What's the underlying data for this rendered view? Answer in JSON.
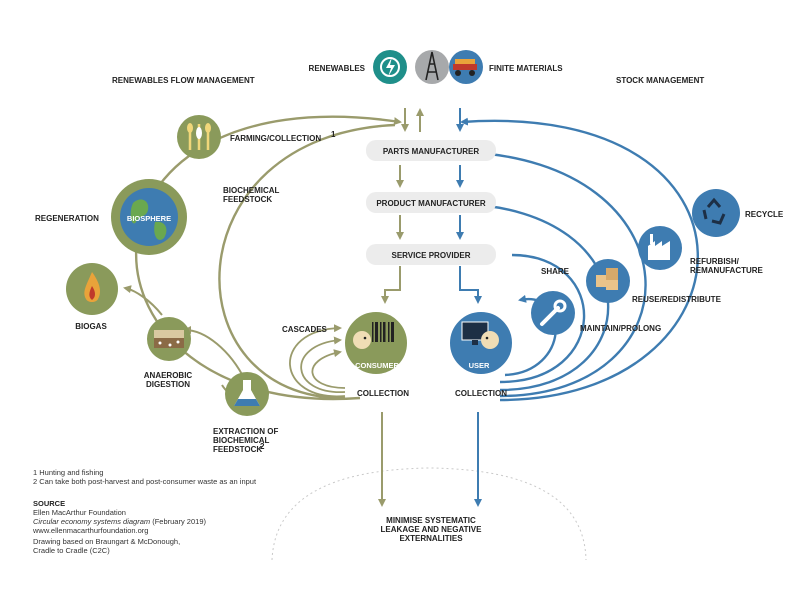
{
  "colors": {
    "biological": "#9a9b6c",
    "technical": "#3e7cb1",
    "node_green": "#8a9a5b",
    "node_blue": "#3e7cb1",
    "pill": "#ececec",
    "teal": "#1f8f8a",
    "grey_icon": "#a7a9ab"
  },
  "top": {
    "renewables": "RENEWABLES",
    "finite_materials": "FINITE MATERIALS",
    "renewables_flow_management": "RENEWABLES FLOW MANAGEMENT",
    "stock_management": "STOCK MANAGEMENT"
  },
  "center": {
    "parts_manufacturer": "PARTS MANUFACTURER",
    "product_manufacturer": "PRODUCT MANUFACTURER",
    "service_provider": "SERVICE PROVIDER",
    "consumer": "CONSUMER",
    "user": "USER",
    "collection_left": "COLLECTION",
    "collection_right": "COLLECTION",
    "minimise_1": "MINIMISE SYSTEMATIC",
    "minimise_2": "LEAKAGE AND NEGATIVE",
    "minimise_3": "EXTERNALITIES"
  },
  "biological": {
    "farming": "FARMING/COLLECTION",
    "farming_sup": "1",
    "biochemical_1": "BIOCHEMICAL",
    "biochemical_2": "FEEDSTOCK",
    "regeneration": "REGENERATION",
    "biosphere": "BIOSPHERE",
    "biogas": "BIOGAS",
    "anaerobic_1": "ANAEROBIC",
    "anaerobic_2": "DIGESTION",
    "cascades": "CASCADES",
    "extraction_1": "EXTRACTION OF",
    "extraction_2": "BIOCHEMICAL",
    "extraction_3": "FEEDSTOCK",
    "extraction_sup": "2"
  },
  "technical": {
    "recycle": "RECYCLE",
    "refurbish_1": "REFURBISH/",
    "refurbish_2": "REMANUFACTURE",
    "reuse": "REUSE/REDISTRIBUTE",
    "share": "SHARE",
    "maintain": "MAINTAIN/PROLONG"
  },
  "footnotes": {
    "note1": "1 Hunting and fishing",
    "note2": "2 Can take both post-harvest and post-consumer waste as an input"
  },
  "source": {
    "heading": "SOURCE",
    "line1": "Ellen MacArthur Foundation",
    "line2_italic": "Circular economy systems diagram",
    "line2_rest": " (February 2019)",
    "line3": "www.ellenmacarthurfoundation.org",
    "line4": "Drawing based on Braungart & McDonough,",
    "line5": "Cradle to Cradle (C2C)"
  }
}
